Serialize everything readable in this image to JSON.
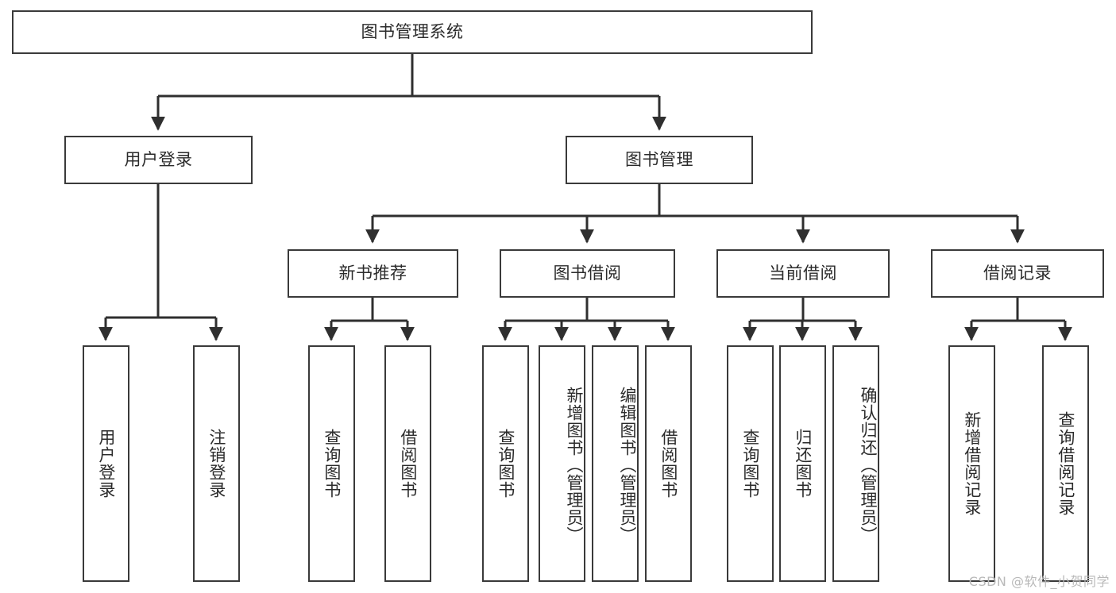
{
  "diagram": {
    "title": "图书管理系统",
    "type": "tree-hierarchy-diagram",
    "root": {
      "label": "图书管理系统"
    },
    "level2": [
      {
        "label": "用户登录"
      },
      {
        "label": "图书管理"
      }
    ],
    "level3": [
      {
        "label": "新书推荐"
      },
      {
        "label": "图书借阅"
      },
      {
        "label": "当前借阅"
      },
      {
        "label": "借阅记录"
      }
    ],
    "leaves": {
      "user_login": [
        {
          "label": "用户登录"
        },
        {
          "label": "注销登录"
        }
      ],
      "new_book_recommend": [
        {
          "label": "查询图书"
        },
        {
          "label": "借阅图书"
        }
      ],
      "book_borrow": [
        {
          "label": "查询图书"
        },
        {
          "label": "新增图书（管理员）"
        },
        {
          "label": "编辑图书（管理员）"
        },
        {
          "label": "借阅图书"
        }
      ],
      "current_borrow": [
        {
          "label": "查询图书"
        },
        {
          "label": "归还图书"
        },
        {
          "label": "确认归还（管理员）"
        }
      ],
      "borrow_record": [
        {
          "label": "新增借阅记录"
        },
        {
          "label": "查询借阅记录"
        }
      ]
    }
  },
  "colors": {
    "stroke": "#3a3a3a",
    "text": "#2b2b2b",
    "background": "#ffffff",
    "watermark": "#b9b9b9"
  },
  "watermark": {
    "text": "CSDN @软件_小贺同学"
  }
}
